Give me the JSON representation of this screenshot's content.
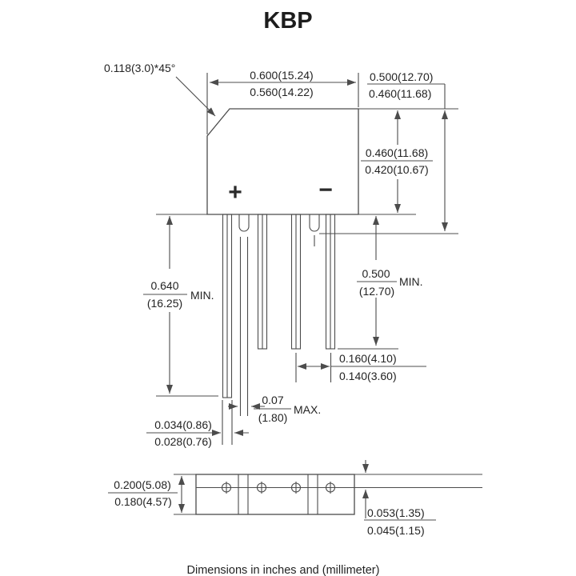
{
  "title": "KBP",
  "caption": "Dimensions in inches and (millimeter)",
  "top_view": {
    "plus_label": "+",
    "minus_label": "−",
    "chamfer_note": "0.118(3.0)*45°",
    "body_width_max": "0.600(15.24)",
    "body_width_min": "0.560(14.22)",
    "overall_height_max": "0.500(12.70)",
    "overall_height_min": "0.460(11.68)",
    "body_height_max": "0.460(11.68)",
    "body_height_min": "0.420(10.67)",
    "lead_length_left": {
      "value_in": "0.640",
      "value_mm": "(16.25)",
      "qualifier": "MIN."
    },
    "lead_length_right": {
      "value_in": "0.500",
      "value_mm": "(12.70)",
      "qualifier": "MIN."
    },
    "lead_pitch_max": "0.160(4.10)",
    "lead_pitch_min": "0.140(3.60)",
    "shoulder_width": {
      "value_in": "0.07",
      "value_mm": "(1.80)",
      "qualifier": "MAX."
    },
    "lead_width_max": "0.034(0.86)",
    "lead_width_min": "0.028(0.76)"
  },
  "side_view": {
    "thickness_max": "0.200(5.08)",
    "thickness_min": "0.180(4.57)",
    "hole_offset_max": "0.053(1.35)",
    "hole_offset_min": "0.045(1.15)"
  }
}
